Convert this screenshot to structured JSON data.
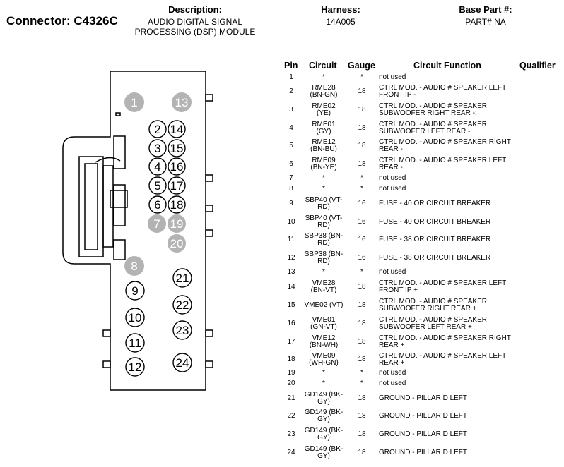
{
  "header": {
    "connector_title": "Connector: C4326C",
    "description_label": "Description:",
    "description_value": "AUDIO DIGITAL SIGNAL\nPROCESSING (DSP) MODULE",
    "harness_label": "Harness:",
    "harness_value": "14A005",
    "base_part_label": "Base Part #:",
    "base_part_value": "PART# NA"
  },
  "table": {
    "headers": {
      "pin": "Pin",
      "circuit": "Circuit",
      "gauge": "Gauge",
      "function": "Circuit Function",
      "qualifier": "Qualifier"
    },
    "rows": [
      {
        "pin": "1",
        "circuit": "*",
        "gauge": "*",
        "function": "not used"
      },
      {
        "pin": "2",
        "circuit": "RME28 (BN-GN)",
        "gauge": "18",
        "function": "CTRL MOD. - AUDIO # SPEAKER LEFT FRONT IP -"
      },
      {
        "pin": "3",
        "circuit": "RME02 (YE)",
        "gauge": "18",
        "function": "CTRL MOD. - AUDIO # SPEAKER SUBWOOFER RIGHT REAR -;"
      },
      {
        "pin": "4",
        "circuit": "RME01 (GY)",
        "gauge": "18",
        "function": "CTRL MOD. - AUDIO # SPEAKER SUBWOOFER LEFT REAR -"
      },
      {
        "pin": "5",
        "circuit": "RME12 (BN-BU)",
        "gauge": "18",
        "function": "CTRL MOD. - AUDIO # SPEAKER RIGHT REAR -"
      },
      {
        "pin": "6",
        "circuit": "RME09 (BN-YE)",
        "gauge": "18",
        "function": "CTRL MOD. - AUDIO # SPEAKER LEFT REAR -"
      },
      {
        "pin": "7",
        "circuit": "*",
        "gauge": "*",
        "function": "not used"
      },
      {
        "pin": "8",
        "circuit": "*",
        "gauge": "*",
        "function": "not used"
      },
      {
        "pin": "9",
        "circuit": "SBP40 (VT-RD)",
        "gauge": "16",
        "function": "FUSE - 40 OR CIRCUIT BREAKER"
      },
      {
        "pin": "10",
        "circuit": "SBP40 (VT-RD)",
        "gauge": "16",
        "function": "FUSE - 40 OR CIRCUIT BREAKER"
      },
      {
        "pin": "11",
        "circuit": "SBP38 (BN-RD)",
        "gauge": "16",
        "function": "FUSE - 38 OR CIRCUIT BREAKER"
      },
      {
        "pin": "12",
        "circuit": "SBP38 (BN-RD)",
        "gauge": "16",
        "function": "FUSE - 38 OR CIRCUIT BREAKER"
      },
      {
        "pin": "13",
        "circuit": "*",
        "gauge": "*",
        "function": "not used"
      },
      {
        "pin": "14",
        "circuit": "VME28 (BN-VT)",
        "gauge": "18",
        "function": "CTRL MOD. - AUDIO # SPEAKER LEFT FRONT IP +"
      },
      {
        "pin": "15",
        "circuit": "VME02 (VT)",
        "gauge": "18",
        "function": "CTRL MOD. - AUDIO # SPEAKER SUBWOOFER RIGHT REAR +"
      },
      {
        "pin": "16",
        "circuit": "VME01 (GN-VT)",
        "gauge": "18",
        "function": "CTRL MOD. - AUDIO # SPEAKER SUBWOOFER LEFT REAR +"
      },
      {
        "pin": "17",
        "circuit": "VME12 (BN-WH)",
        "gauge": "18",
        "function": "CTRL MOD. - AUDIO # SPEAKER RIGHT REAR +"
      },
      {
        "pin": "18",
        "circuit": "VME09 (WH-GN)",
        "gauge": "18",
        "function": "CTRL MOD. - AUDIO # SPEAKER LEFT REAR +"
      },
      {
        "pin": "19",
        "circuit": "*",
        "gauge": "*",
        "function": "not used"
      },
      {
        "pin": "20",
        "circuit": "*",
        "gauge": "*",
        "function": "not used"
      },
      {
        "pin": "21",
        "circuit": "GD149 (BK-GY)",
        "gauge": "18",
        "function": "GROUND - PILLAR D LEFT"
      },
      {
        "pin": "22",
        "circuit": "GD149 (BK-GY)",
        "gauge": "18",
        "function": "GROUND - PILLAR D LEFT"
      },
      {
        "pin": "23",
        "circuit": "GD149 (BK-GY)",
        "gauge": "18",
        "function": "GROUND - PILLAR D LEFT"
      },
      {
        "pin": "24",
        "circuit": "GD149 (BK-GY)",
        "gauge": "18",
        "function": "GROUND - PILLAR D LEFT"
      }
    ]
  },
  "diagram": {
    "unused_pin_color": "#b3b3b3",
    "used_pin_color": "#ffffff",
    "outline_color": "#000000",
    "pins": [
      {
        "label": "1",
        "unused": true
      },
      {
        "label": "13",
        "unused": true
      },
      {
        "label": "2",
        "unused": false
      },
      {
        "label": "14",
        "unused": false
      },
      {
        "label": "3",
        "unused": false
      },
      {
        "label": "15",
        "unused": false
      },
      {
        "label": "4",
        "unused": false
      },
      {
        "label": "16",
        "unused": false
      },
      {
        "label": "5",
        "unused": false
      },
      {
        "label": "17",
        "unused": false
      },
      {
        "label": "6",
        "unused": false
      },
      {
        "label": "18",
        "unused": false
      },
      {
        "label": "7",
        "unused": true
      },
      {
        "label": "19",
        "unused": true
      },
      {
        "label": "20",
        "unused": true
      },
      {
        "label": "8",
        "unused": true
      },
      {
        "label": "21",
        "unused": false
      },
      {
        "label": "9",
        "unused": false
      },
      {
        "label": "22",
        "unused": false
      },
      {
        "label": "10",
        "unused": false
      },
      {
        "label": "23",
        "unused": false
      },
      {
        "label": "11",
        "unused": false
      },
      {
        "label": "24",
        "unused": false
      },
      {
        "label": "12",
        "unused": false
      }
    ]
  }
}
